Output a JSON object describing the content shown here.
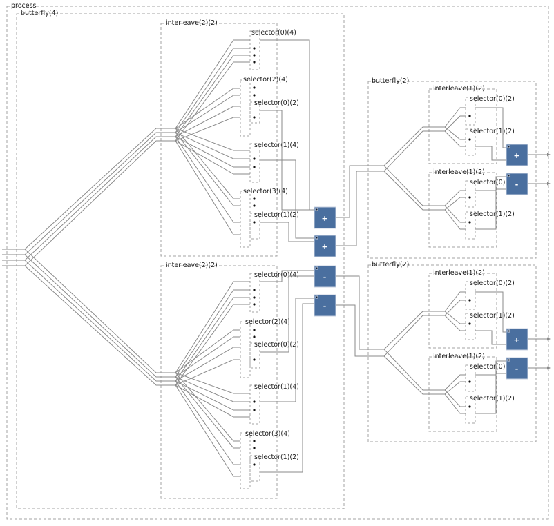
{
  "process": {
    "title": "process"
  },
  "butterfly4": {
    "title": "butterfly(4)"
  },
  "interleave_top": {
    "title": "interleave(2)(2)",
    "selectors": [
      "selector(0)(4)",
      "selector(2)(4)",
      "selector(0)(2)",
      "selector(1)(4)",
      "selector(3)(4)",
      "selector(1)(2)"
    ]
  },
  "interleave_bottom": {
    "title": "interleave(2)(2)",
    "selectors": [
      "selector(0)(4)",
      "selector(2)(4)",
      "selector(0)(2)",
      "selector(1)(4)",
      "selector(3)(4)",
      "selector(1)(2)"
    ]
  },
  "butterfly2_top": {
    "title": "butterfly(2)",
    "interleaves": [
      {
        "title": "interleave(1)(2)",
        "selectors": [
          "selector(0)(2)",
          "selector(1)(2)"
        ]
      },
      {
        "title": "interleave(1)(2)",
        "selectors": [
          "selector(0)(2)",
          "selector(1)(2)"
        ]
      }
    ]
  },
  "butterfly2_bottom": {
    "title": "butterfly(2)",
    "interleaves": [
      {
        "title": "interleave(1)(2)",
        "selectors": [
          "selector(0)(2)",
          "selector(1)(2)"
        ]
      },
      {
        "title": "interleave(1)(2)",
        "selectors": [
          "selector(0)(2)",
          "selector(1)(2)"
        ]
      }
    ]
  },
  "operators": {
    "main": [
      "+",
      "+",
      "-",
      "-"
    ],
    "butterfly2_top": [
      "+",
      "-"
    ],
    "butterfly2_bottom": [
      "+",
      "-"
    ]
  }
}
